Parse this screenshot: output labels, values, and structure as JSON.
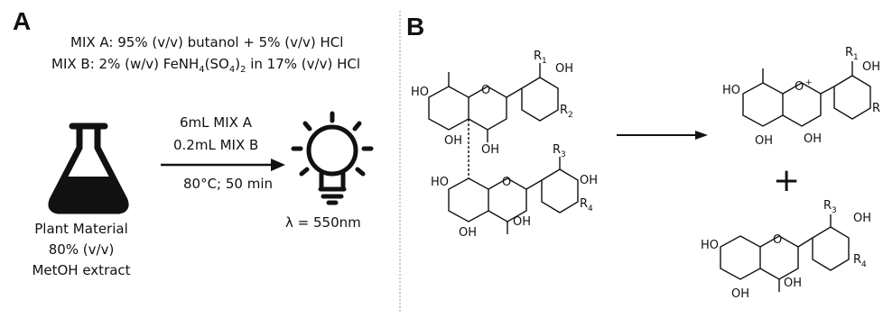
{
  "panel_a": {
    "label": "A",
    "mix_a": "MIX A: 95% (v/v) butanol + 5% (v/v) HCl",
    "mix_b_prefix": "MIX B: 2% (w/v) FeNH",
    "mix_b_sub1": "4",
    "mix_b_mid": "(SO",
    "mix_b_sub2": "4",
    "mix_b_close": ")",
    "mix_b_sub3": "2",
    "mix_b_suffix": " in 17% (v/v) HCl",
    "reagent_1": "6mL MIX A",
    "reagent_2": "0.2mL MIX B",
    "conditions": "80°C; 50 min",
    "wavelength": "λ = 550nm",
    "sample_line1": "Plant Material",
    "sample_line2": "80% (v/v)",
    "sample_line3": "MetOH extract",
    "flask_icon": "erlenmeyer-flask-icon",
    "bulb_icon": "light-bulb-icon"
  },
  "panel_b": {
    "label": "B",
    "atoms": {
      "ho": "HO",
      "oh": "OH",
      "o": "O",
      "o_plus": "O",
      "plus_sign": "+",
      "r1": "R",
      "r2": "R",
      "r3": "R",
      "r4": "R",
      "sub1": "1",
      "sub2": "2",
      "sub3": "3",
      "sub4": "4",
      "charge": "+"
    },
    "plus_between_products": "+"
  },
  "colors": {
    "ink": "#111111",
    "divider": "#9a9a9a",
    "background": "#ffffff"
  }
}
